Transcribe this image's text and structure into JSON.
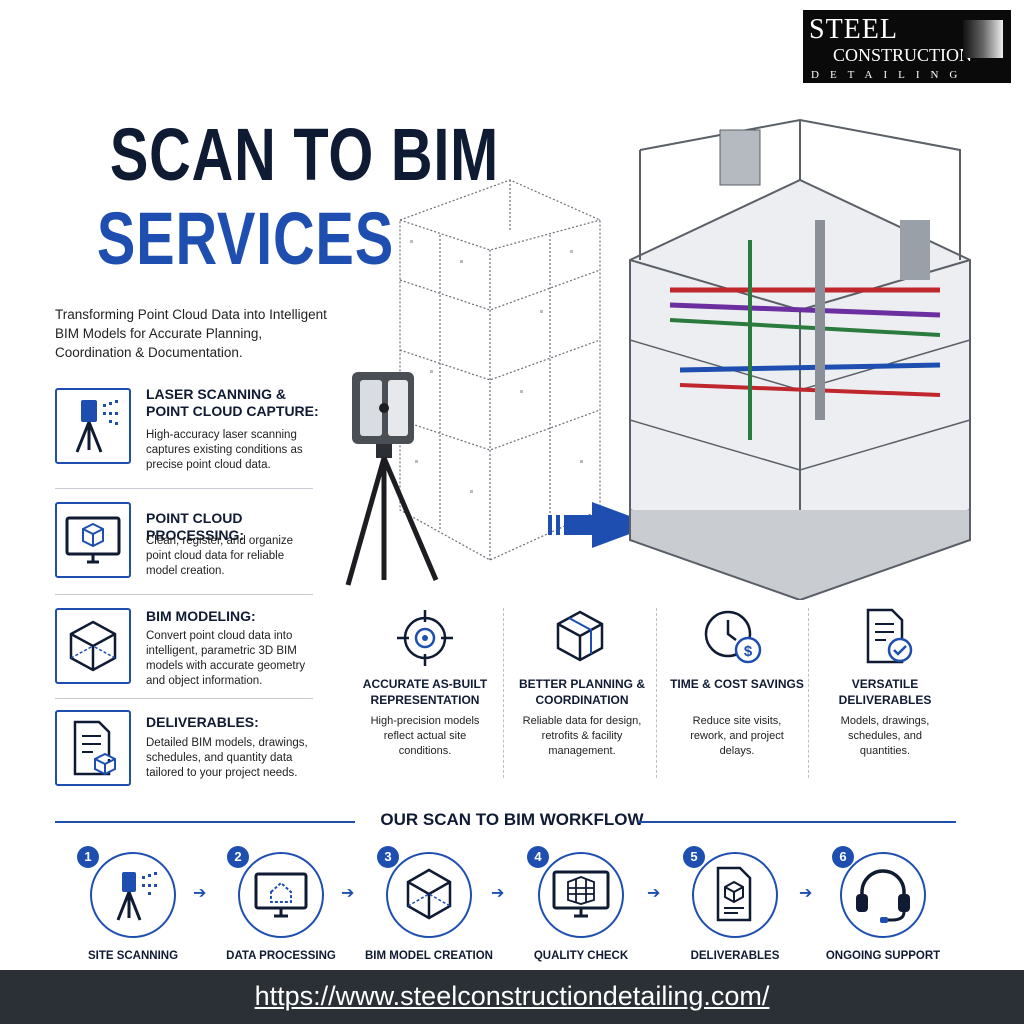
{
  "logo": {
    "line1": "STEEL",
    "line2": "CONSTRUCTION",
    "line3": "DETAILING"
  },
  "hero": {
    "title_line1": "SCAN TO BIM",
    "title_line2": "SERVICES",
    "subtitle": "Transforming Point Cloud Data into Intelligent BIM Models for Accurate Planning, Coordination & Documentation."
  },
  "services": [
    {
      "title": "LASER SCANNING & POINT CLOUD CAPTURE:",
      "desc": "High-accuracy laser scanning captures existing conditions as precise point cloud data.",
      "icon": "laser-scanner-icon"
    },
    {
      "title": "POINT CLOUD PROCESSING:",
      "desc": "Clean, register, and organize point cloud data for reliable model creation.",
      "icon": "monitor-cube-icon"
    },
    {
      "title": "BIM MODELING:",
      "desc": "Convert point cloud data into intelligent, parametric 3D BIM models with accurate geometry and object information.",
      "icon": "wireframe-cube-icon"
    },
    {
      "title": "DELIVERABLES:",
      "desc": "Detailed BIM models, drawings, schedules, and quantity data tailored to your project needs.",
      "icon": "document-cube-icon"
    }
  ],
  "benefits": [
    {
      "title": "ACCURATE AS-BUILT REPRESENTATION",
      "desc": "High-precision models reflect actual site conditions.",
      "icon": "target-icon"
    },
    {
      "title": "BETTER PLANNING & COORDINATION",
      "desc": "Reliable data for design, retrofits & facility management.",
      "icon": "cube-icon"
    },
    {
      "title": "TIME & COST SAVINGS",
      "desc": "Reduce site visits, rework, and project delays.",
      "icon": "clock-dollar-icon"
    },
    {
      "title": "VERSATILE DELIVERABLES",
      "desc": "Models, drawings, schedules, and quantities.",
      "icon": "document-check-icon"
    }
  ],
  "workflow": {
    "heading": "OUR SCAN TO BIM WORKFLOW",
    "steps": [
      {
        "num": "1",
        "label": "SITE SCANNING",
        "icon": "laser-scanner-icon"
      },
      {
        "num": "2",
        "label": "DATA PROCESSING",
        "icon": "monitor-house-icon"
      },
      {
        "num": "3",
        "label": "BIM MODEL CREATION",
        "icon": "wireframe-cube-icon"
      },
      {
        "num": "4",
        "label": "QUALITY CHECK",
        "icon": "monitor-building-icon"
      },
      {
        "num": "5",
        "label": "DELIVERABLES",
        "icon": "document-cube-icon"
      },
      {
        "num": "6",
        "label": "ONGOING SUPPORT",
        "icon": "headset-icon"
      }
    ]
  },
  "footer": {
    "url": "https://www.steelconstructiondetailing.com/"
  },
  "colors": {
    "navy": "#0f1a33",
    "accent": "#1e4fb0",
    "footer": "#2b3036"
  }
}
